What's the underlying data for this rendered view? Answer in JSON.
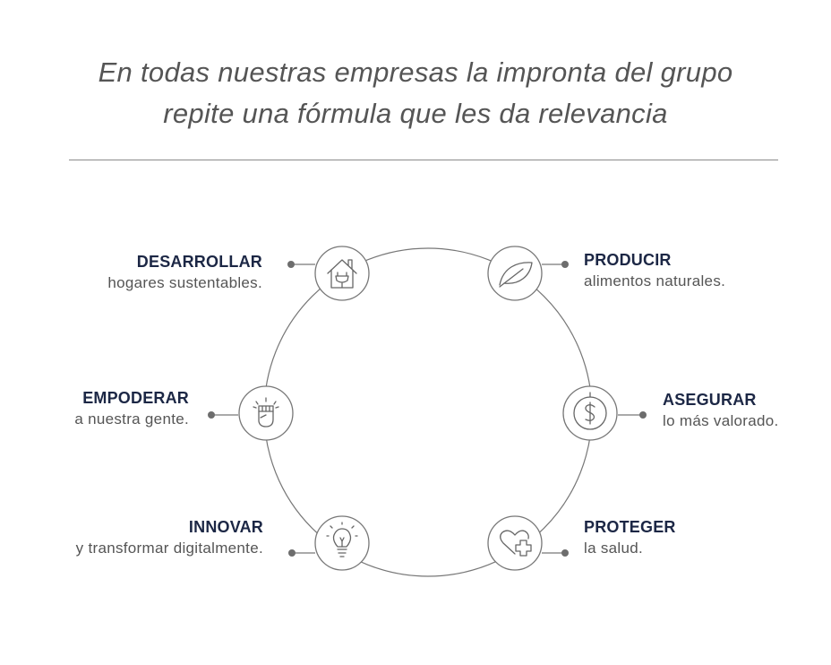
{
  "headline": {
    "line1": "En todas nuestras empresas la impronta del grupo",
    "line2": "repite una fórmula que les da relevancia"
  },
  "colors": {
    "title": "#1c2745",
    "text": "#555555",
    "line": "#777777",
    "dot": "#6d6d6d"
  },
  "items": [
    {
      "title": "DESARROLLAR",
      "subtitle": "hogares sustentables.",
      "icon": "house-plug-icon"
    },
    {
      "title": "PRODUCIR",
      "subtitle": "alimentos naturales.",
      "icon": "leaf-icon"
    },
    {
      "title": "EMPODERAR",
      "subtitle": "a nuestra gente.",
      "icon": "raised-fist-icon"
    },
    {
      "title": "ASEGURAR",
      "subtitle": "lo más valorado.",
      "icon": "dollar-coin-icon"
    },
    {
      "title": "INNOVAR",
      "subtitle": "y transformar digitalmente.",
      "icon": "lightbulb-icon"
    },
    {
      "title": "PROTEGER",
      "subtitle": "la salud.",
      "icon": "heart-plus-icon"
    }
  ]
}
